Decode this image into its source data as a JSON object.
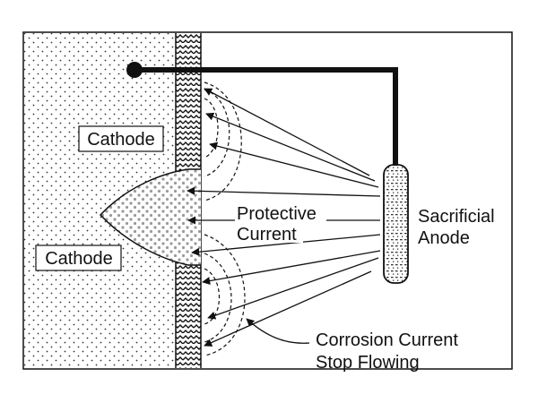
{
  "labels": {
    "cathode_upper": "Cathode",
    "cathode_lower": "Cathode",
    "protective_line1": "Protective",
    "protective_line2": "Current",
    "anode_line1": "Sacrificial",
    "anode_line2": "Anode",
    "corrosion_line1": "Corrosion Current",
    "corrosion_line2": "Stop Flowing"
  },
  "colors": {
    "ink": "#111111",
    "background": "#ffffff",
    "pit_dots": "#9a9a9a"
  }
}
